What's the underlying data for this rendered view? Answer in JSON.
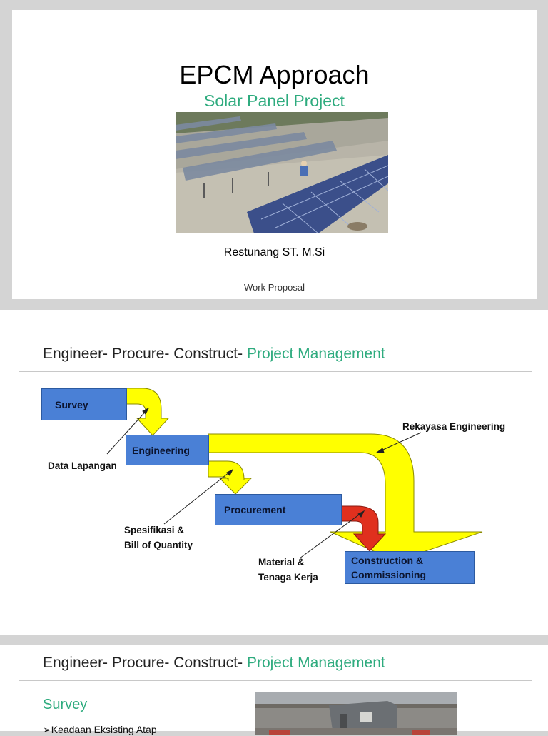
{
  "slide1": {
    "title": "EPCM Approach",
    "subtitle": "Solar Panel Project",
    "author": "Restunang ST. M.Si",
    "note": "Work Proposal"
  },
  "slide2": {
    "title_prefix": "Engineer- Procure- Construct- ",
    "title_highlight": "Project Management",
    "boxes": {
      "survey": "Survey",
      "engineering": "Engineering",
      "procurement": "Procurement",
      "construction_line1": "Construction &",
      "construction_line2": "Commissioning"
    },
    "labels": {
      "data_lapangan": "Data Lapangan",
      "rekayasa": "Rekayasa Engineering",
      "spesifikasi_line1": "Spesifikasi &",
      "spesifikasi_line2": "Bill of Quantity",
      "material_line1": "Material &",
      "material_line2": "Tenaga Kerja"
    },
    "colors": {
      "box": "#4a80d6",
      "flow_arrow": "#ffff00",
      "material_arrow": "#e0301e",
      "accent": "#2eab7e"
    }
  },
  "slide3": {
    "title_prefix": "Engineer- Procure- Construct- ",
    "title_highlight": "Project Management",
    "section": "Survey",
    "bullet": "➢Keadaan Eksisting Atap"
  }
}
